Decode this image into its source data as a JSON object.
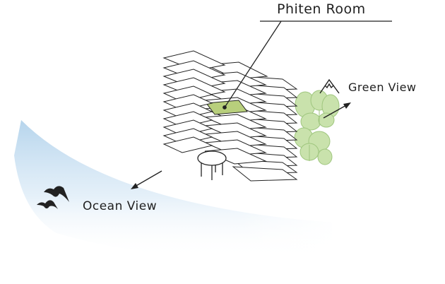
{
  "labels": {
    "room": "Phiten Room",
    "green_view": "Green View",
    "ocean_view": "Ocean View"
  },
  "colors": {
    "ocean_gradient_start": "#a9cde9",
    "ocean_gradient_end": "#ffffff",
    "room_highlight": "#b8cf7c",
    "tree_fill": "#c9e2ac",
    "tree_outline": "#9fc67e",
    "line": "#222222"
  },
  "icons": {
    "mountain": "mountain-icon",
    "birds": "birds-icon",
    "table": "table-icon"
  }
}
